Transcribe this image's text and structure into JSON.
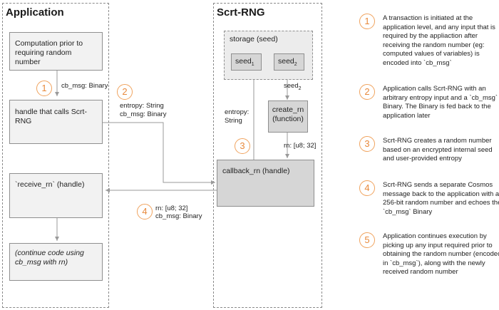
{
  "lanes": {
    "application": "Application",
    "scrt_rng": "Scrt-RNG"
  },
  "app_boxes": {
    "computation": "Computation prior to requiring random number",
    "handle": "handle that calls Scrt-RNG",
    "receive": "`receive_rn` (handle)",
    "continue": "(continue code using cb_msg with rn)"
  },
  "rng_boxes": {
    "storage_label": "storage (seed)",
    "seed1_base": "seed",
    "seed1_sub": "1",
    "seed2_base": "seed",
    "seed2_sub": "2",
    "create_rn": "create_rn (function)",
    "callback_rn": "callback_rn (handle)"
  },
  "edge_labels": {
    "cb_msg_binary": "cb_msg: Binary",
    "entropy_string": "entropy: String",
    "entropy_cb": "cb_msg: Binary",
    "entropy_inner_1": "entropy:",
    "entropy_inner_2": "String",
    "seed2_base": "seed",
    "seed2_sub": "2",
    "rn_inner": "rn: [u8; 32]",
    "rn_out": "rn: [u8; 32]",
    "rn_out_cb": "cb_msg: Binary"
  },
  "badges": [
    "1",
    "2",
    "3",
    "4",
    "5"
  ],
  "notes": [
    "A transaction is initiated at the application level, and any input that is required by the appliaction after receiving the random number (eg: computed values of variables) is encoded into `cb_msg`",
    "Application calls Scrt-RNG with an arbitrary entropy input and a `cb_msg` Binary. The Binary is fed back to the application later",
    "Scrt-RNG creates a random number based on an encrypted internal seed and user-provided entropy",
    "Scrt-RNG sends a separate Cosmos message back to the application with a 256-bit random number and echoes the `cb_msg` Binary",
    "Application continues execution by picking up any input required prior to obtaining the random number (encoded in `cb_msg`), along with the newly received random number"
  ],
  "colors": {
    "accent": "#e8893b",
    "box_fill": "#f2f2f2",
    "box_dark": "#d6d6d6",
    "line": "#9a9a9a"
  }
}
